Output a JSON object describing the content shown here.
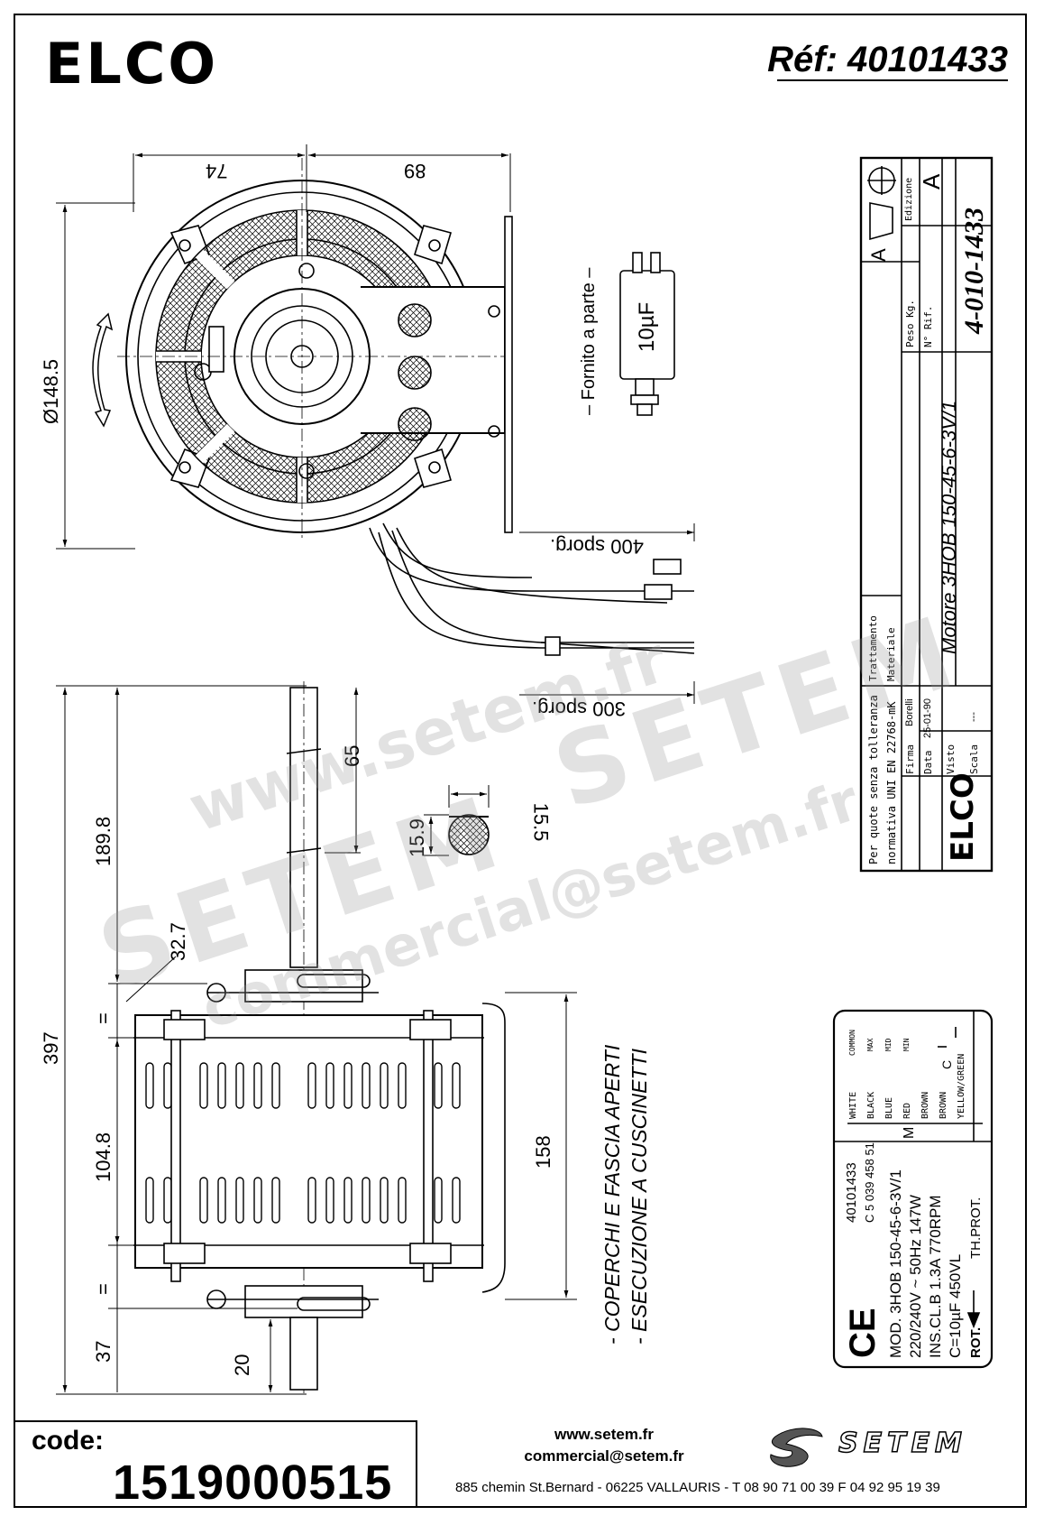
{
  "header": {
    "brand": "ELCO",
    "reference": "Réf: 40101433"
  },
  "dimensions": {
    "top_left": "74",
    "top_right": "89",
    "diameter": "Ø148.5",
    "lead_long": "400 sporg.",
    "lead_short": "300 sporg.",
    "shaft_length": "65",
    "shaft_flat": "15.5",
    "shaft_dia": "15.9",
    "shaft_total": "189.8",
    "overall": "397",
    "offset": "32.7",
    "body": "104.8",
    "bottom": "37",
    "shaft_end": "20",
    "height": "158",
    "equal_top": "=",
    "equal_bottom": "="
  },
  "capacitor": {
    "note": "– Fornito a parte –",
    "value": "10µF"
  },
  "notes": {
    "line1": "- COPERCHI E FASCIA APERTI",
    "line2": "- ESECUZIONE A CUSCINETTI"
  },
  "title_block": {
    "tolerance_1": "Per quote senza tolleranza",
    "tolerance_2": "normativa UNI EN 22768-mK",
    "trattamento": "Trattamento",
    "materiale": "Materiale",
    "firma": "Firma",
    "firma_val": "Borelli",
    "data": "Data",
    "data_val": "25-01-90",
    "visto": "Visto",
    "scala": "Scala",
    "scala_val": "---",
    "description": "Motore  3HOB 150-45-6-3V/1",
    "peso": "Peso Kg.",
    "n_rif": "N° Rif.",
    "edizione": "Edizione",
    "edizione_val": "A",
    "rev": "A",
    "drawing_no": "4-010-1433",
    "logo": "ELCO",
    "dash": "-"
  },
  "nameplate": {
    "ce": "CE",
    "line1_left": "MOD.  3HOB 150-45-6-3V/1",
    "code1": "40101433",
    "code2": "C 5 039 458 51",
    "line2": "220/240V ~  50Hz   147W",
    "line3": "INS.CL.B     1.3A     770RPM",
    "line4": "C=10µF     450VL",
    "rot": "ROT.",
    "thprot": "TH.PROT.",
    "motor_sym": "M",
    "cap_sym": "C",
    "wires": [
      "WHITE",
      "BLACK",
      "BLUE",
      "RED",
      "BROWN",
      "BROWN",
      "YELLOW/GREEN"
    ],
    "speeds": [
      "COMMON",
      "MAX",
      "MID",
      "MIN"
    ]
  },
  "footer": {
    "code_label": "code:",
    "code_value": "1519000515",
    "website": "www.setem.fr",
    "email": "commercial@setem.fr",
    "address": "885 chemin St.Bernard  -  06225 VALLAURIS  -  T 08 90 71 00 39   F 04 92 95 19 39",
    "brand": "SETEM"
  },
  "watermark": {
    "site": "www.setem.fr",
    "brand": "SETEM",
    "brand2": "SETEM",
    "mail": "commercial@setem.fr"
  }
}
